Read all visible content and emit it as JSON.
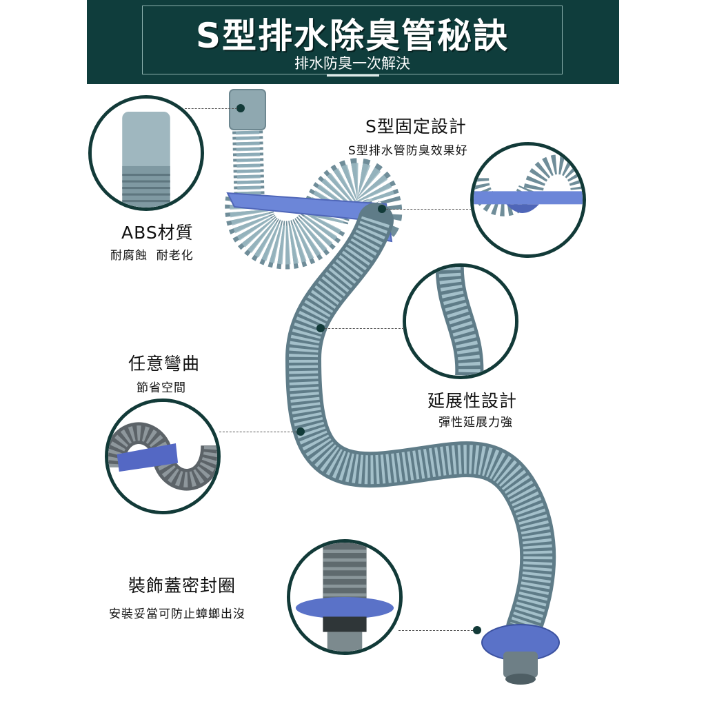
{
  "header": {
    "title": "S型排水除臭管秘訣",
    "subtitle": "排水防臭一次解決"
  },
  "features": {
    "abs": {
      "title": "ABS材質",
      "desc": "耐腐蝕  耐老化"
    },
    "s_shape": {
      "title": "S型固定設計",
      "desc": "S型排水管防臭效果好"
    },
    "stretch": {
      "title": "延展性設計",
      "desc": "彈性延展力強"
    },
    "bend": {
      "title": "任意彎曲",
      "desc": "節省空間"
    },
    "seal": {
      "title": "裝飾蓋密封圈",
      "desc": "安裝妥當可防止蟑螂出沒"
    }
  },
  "colors": {
    "banner": "#0f3d3c",
    "hose": "#8aa8b3",
    "hose_dark": "#5b7580",
    "clip": "#6a84d6",
    "circle_border": "#123a38"
  }
}
